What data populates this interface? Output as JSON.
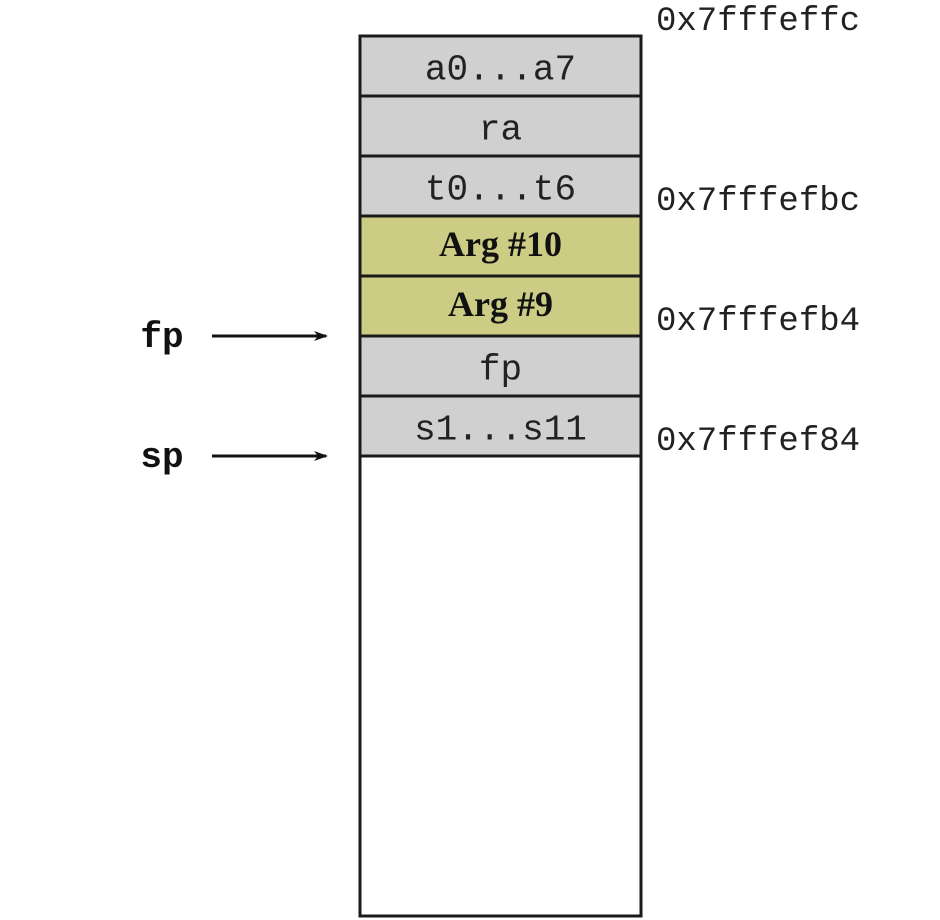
{
  "colors": {
    "saved_register_fill": "#d0d0d0",
    "argument_fill": "#cccc85",
    "border": "#1a1a1a",
    "empty_fill": "#ffffff"
  },
  "stack_cells": [
    {
      "label": "a0...a7",
      "kind": "saved"
    },
    {
      "label": "ra",
      "kind": "saved"
    },
    {
      "label": "t0...t6",
      "kind": "saved"
    },
    {
      "label": "Arg #10",
      "kind": "argument"
    },
    {
      "label": "Arg #9",
      "kind": "argument"
    },
    {
      "label": "fp",
      "kind": "saved"
    },
    {
      "label": "s1...s11",
      "kind": "saved"
    }
  ],
  "addresses": [
    {
      "text": "0x7fffeffc",
      "row": 0
    },
    {
      "text": "0x7fffefbc",
      "row": 3
    },
    {
      "text": "0x7fffefb4",
      "row": 5
    },
    {
      "text": "0x7fffef84",
      "row": 7
    }
  ],
  "pointers": [
    {
      "label": "fp",
      "row": 5
    },
    {
      "label": "sp",
      "row": 7
    }
  ]
}
